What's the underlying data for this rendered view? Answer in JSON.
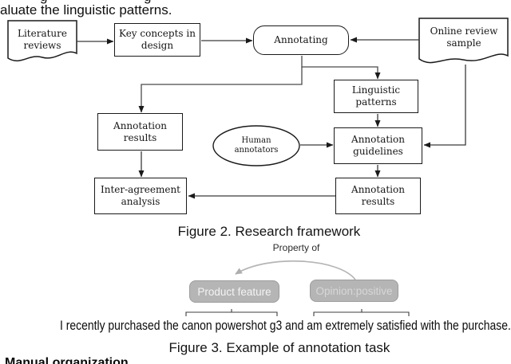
{
  "colors": {
    "connector_line": "#3a3a3a",
    "node_border": "#1a1a1a",
    "gray_box_fill": "#b5b5b5",
    "gray_arrow": "#b5b5b5"
  },
  "top": {
    "clipped_paragraph_tail": "aluate the linguistic patterns.",
    "clipped_line_fragment": "g"
  },
  "figure2": {
    "caption": "Figure 2. Research framework",
    "nodes": {
      "literature_reviews": "Literature reviews",
      "key_concepts": "Key concepts in design",
      "annotating": "Annotating",
      "online_review_sample": "Online review sample",
      "linguistic_patterns": "Linguistic patterns",
      "annotation_results_left": "Annotation results",
      "human_annotators": "Human annotators",
      "annotation_guidelines": "Annotation guidelines",
      "inter_agreement_analysis": "Inter-agreement analysis",
      "annotation_results_right": "Annotation results"
    }
  },
  "figure3": {
    "caption": "Figure 3. Example of annotation task",
    "relation_label": "Property of",
    "product_box": "Product feature",
    "opinion_box": "Opinion:positive",
    "sentence": "I recently purchased the canon powershot g3 and am extremely satisfied with the purchase."
  },
  "footer": {
    "partial_heading": "Manual organization"
  }
}
